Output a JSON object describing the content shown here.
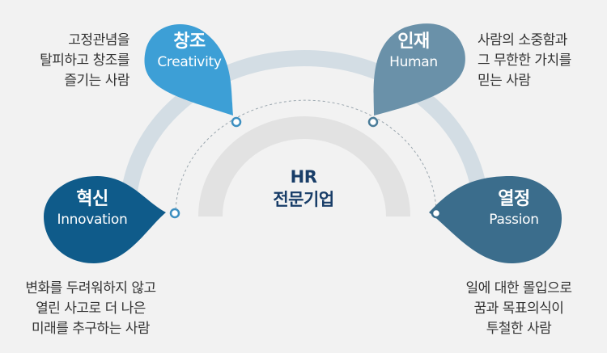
{
  "center": {
    "line1": "HR",
    "line2": "전문기업"
  },
  "values": [
    {
      "ko": "혁신",
      "en": "Innovation",
      "desc": [
        "변화를 두려워하지 않고",
        "열린 사고로 더 나은",
        "미래를 추구하는 사람"
      ],
      "color": "#0f5b8a"
    },
    {
      "ko": "창조",
      "en": "Creativity",
      "desc": [
        "고정관념을",
        "탈피하고 창조를",
        "즐기는 사람"
      ],
      "color": "#3d9fd6"
    },
    {
      "ko": "인재",
      "en": "Human",
      "desc": [
        "사람의 소중함과",
        "그 무한한 가치를",
        "믿는 사람"
      ],
      "color": "#6a91a9"
    },
    {
      "ko": "열정",
      "en": "Passion",
      "desc": [
        "일에 대한 몰입으로",
        "꿈과 목표의식이",
        "투철한 사람"
      ],
      "color": "#3b6d8c"
    }
  ]
}
